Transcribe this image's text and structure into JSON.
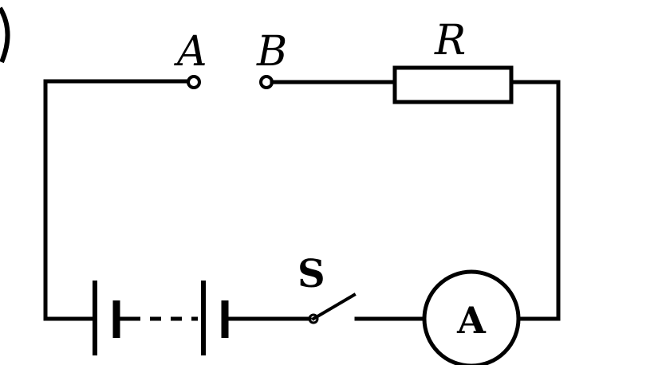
{
  "labels": {
    "terminal_a": "A",
    "terminal_b": "B",
    "resistor": "R",
    "switch": "S",
    "ammeter": "A"
  },
  "colors": {
    "ink": "#000000",
    "background": "#ffffff"
  }
}
